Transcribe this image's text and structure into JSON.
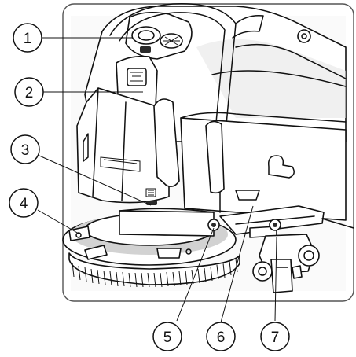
{
  "callouts": [
    {
      "id": 1,
      "label": "1"
    },
    {
      "id": 2,
      "label": "2"
    },
    {
      "id": 3,
      "label": "3"
    },
    {
      "id": 4,
      "label": "4"
    },
    {
      "id": 5,
      "label": "5"
    },
    {
      "id": 6,
      "label": "6"
    },
    {
      "id": 7,
      "label": "7"
    }
  ],
  "colors": {
    "line": "#111111",
    "fill": "#ffffff",
    "frame": "#555555",
    "shade": "#e6e6e6"
  }
}
